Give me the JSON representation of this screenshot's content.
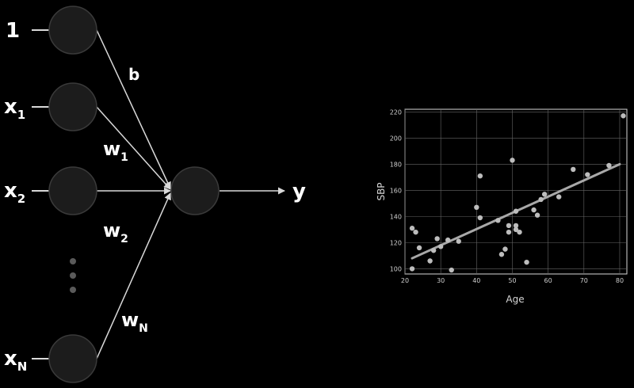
{
  "diagram": {
    "input_labels": [
      {
        "main": "1",
        "sub": ""
      },
      {
        "main": "x",
        "sub": "1"
      },
      {
        "main": "x",
        "sub": "2"
      },
      {
        "main": "x",
        "sub": "N"
      }
    ],
    "weight_labels": [
      {
        "main": "b",
        "sub": ""
      },
      {
        "main": "w",
        "sub": "1"
      },
      {
        "main": "w",
        "sub": "2"
      },
      {
        "main": "w",
        "sub": "N"
      }
    ],
    "output_label": "y"
  },
  "chart_data": {
    "type": "scatter",
    "xlabel": "Age",
    "ylabel": "SBP",
    "xlim": [
      20,
      82
    ],
    "ylim": [
      96,
      222
    ],
    "xticks": [
      20,
      30,
      40,
      50,
      60,
      70,
      80
    ],
    "yticks": [
      100,
      120,
      140,
      160,
      180,
      200,
      220
    ],
    "grid": true,
    "points": [
      {
        "x": 22,
        "y": 131
      },
      {
        "x": 22,
        "y": 100
      },
      {
        "x": 23,
        "y": 128
      },
      {
        "x": 24,
        "y": 116
      },
      {
        "x": 27,
        "y": 106
      },
      {
        "x": 28,
        "y": 114
      },
      {
        "x": 29,
        "y": 123
      },
      {
        "x": 30,
        "y": 117
      },
      {
        "x": 32,
        "y": 122
      },
      {
        "x": 33,
        "y": 99
      },
      {
        "x": 35,
        "y": 121
      },
      {
        "x": 40,
        "y": 147
      },
      {
        "x": 41,
        "y": 171
      },
      {
        "x": 41,
        "y": 139
      },
      {
        "x": 46,
        "y": 137
      },
      {
        "x": 47,
        "y": 111
      },
      {
        "x": 48,
        "y": 115
      },
      {
        "x": 49,
        "y": 133
      },
      {
        "x": 49,
        "y": 128
      },
      {
        "x": 50,
        "y": 183
      },
      {
        "x": 51,
        "y": 144
      },
      {
        "x": 51,
        "y": 133
      },
      {
        "x": 51,
        "y": 130
      },
      {
        "x": 52,
        "y": 128
      },
      {
        "x": 54,
        "y": 105
      },
      {
        "x": 56,
        "y": 145
      },
      {
        "x": 57,
        "y": 141
      },
      {
        "x": 58,
        "y": 153
      },
      {
        "x": 59,
        "y": 157
      },
      {
        "x": 63,
        "y": 155
      },
      {
        "x": 67,
        "y": 176
      },
      {
        "x": 71,
        "y": 172
      },
      {
        "x": 77,
        "y": 179
      },
      {
        "x": 81,
        "y": 217
      }
    ],
    "fit_line": {
      "x": [
        22,
        80
      ],
      "y": [
        108,
        180
      ]
    }
  }
}
